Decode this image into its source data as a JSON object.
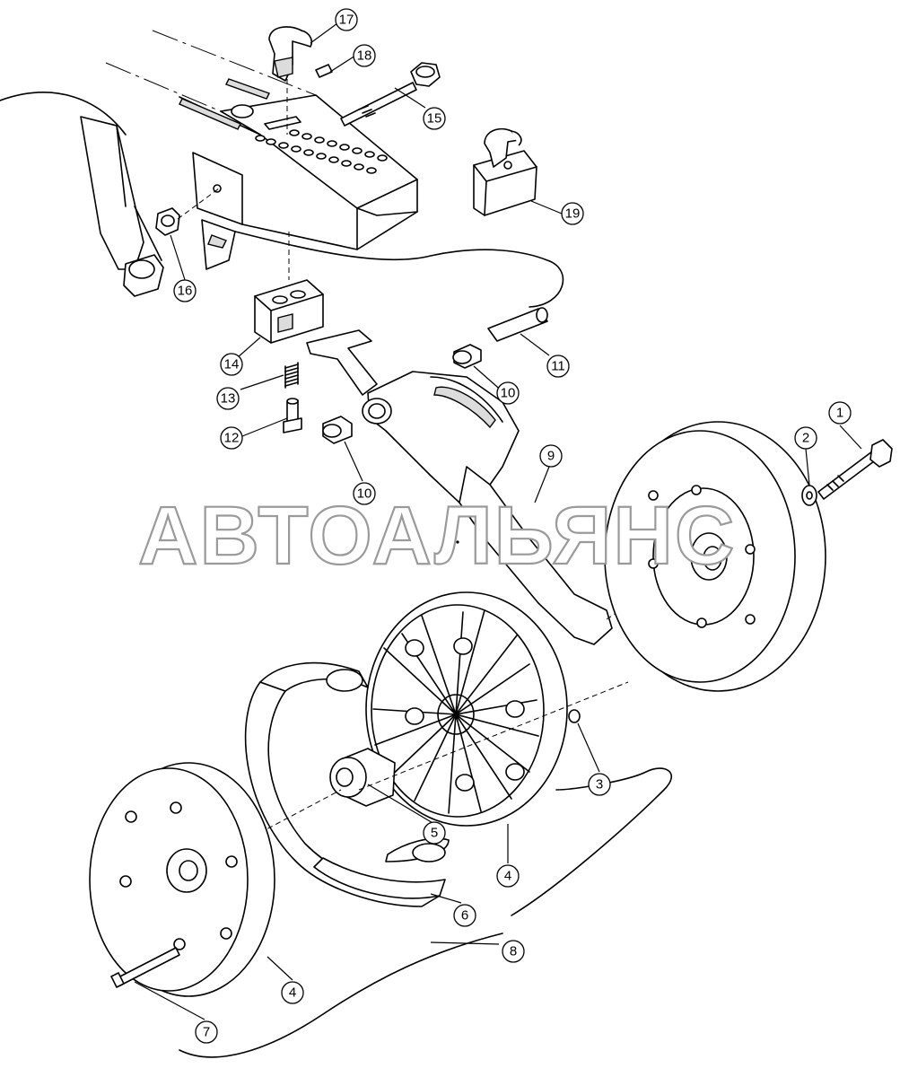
{
  "watermark": "АВТОАЛЬЯНС",
  "callouts": [
    {
      "id": "1",
      "label": "1"
    },
    {
      "id": "2",
      "label": "2"
    },
    {
      "id": "3",
      "label": "3"
    },
    {
      "id": "4a",
      "label": "4"
    },
    {
      "id": "4b",
      "label": "4"
    },
    {
      "id": "5",
      "label": "5"
    },
    {
      "id": "6",
      "label": "6"
    },
    {
      "id": "7",
      "label": "7"
    },
    {
      "id": "8",
      "label": "8"
    },
    {
      "id": "9",
      "label": "9"
    },
    {
      "id": "10a",
      "label": "10"
    },
    {
      "id": "10b",
      "label": "10"
    },
    {
      "id": "11",
      "label": "11"
    },
    {
      "id": "12",
      "label": "12"
    },
    {
      "id": "13",
      "label": "13"
    },
    {
      "id": "14",
      "label": "14"
    },
    {
      "id": "15",
      "label": "15"
    },
    {
      "id": "16",
      "label": "16"
    },
    {
      "id": "17",
      "label": "17"
    },
    {
      "id": "18",
      "label": "18"
    },
    {
      "id": "19",
      "label": "19"
    }
  ]
}
